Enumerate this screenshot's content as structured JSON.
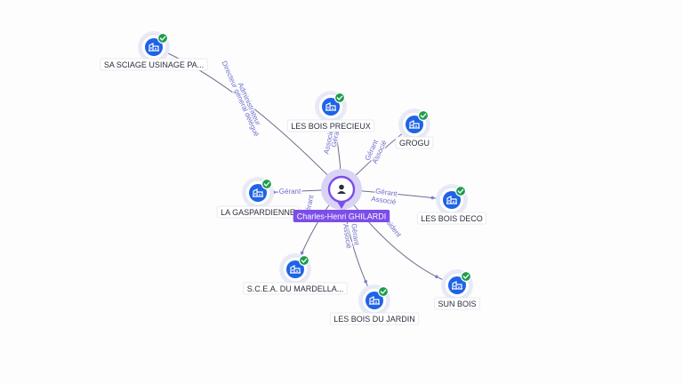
{
  "center": {
    "label": "Charles-Henri GHILARDI",
    "icon": "person-icon"
  },
  "company_icon": "building-icon",
  "verified_icon": "check-badge-icon",
  "colors": {
    "company": "#1f63e6",
    "verified": "#1f9c4f",
    "center_accent": "#7c4de8",
    "edge_label": "#6d6fc9"
  },
  "companies": [
    {
      "id": "sa-sciage-usinage",
      "label": "SA SCIAGE USINAGE PA...",
      "roles": [
        "Directeur général délégué",
        "Administrateur"
      ]
    },
    {
      "id": "les-bois-precieux",
      "label": "LES BOIS PRECIEUX",
      "roles": [
        "Gérant",
        "Associé"
      ]
    },
    {
      "id": "grogu",
      "label": "GROGU",
      "roles": [
        "Gérant",
        "Associé"
      ]
    },
    {
      "id": "la-gaspardienne",
      "label": "LA GASPARDIENNE",
      "roles": [
        "Gérant"
      ]
    },
    {
      "id": "les-bois-deco",
      "label": "LES BOIS DECO",
      "roles": [
        "Gérant",
        "Associé"
      ]
    },
    {
      "id": "scea-du-mardella",
      "label": "S.C.E.A. DU MARDELLA...",
      "roles": [
        "Gérant"
      ]
    },
    {
      "id": "les-bois-du-jardin",
      "label": "LES BOIS DU JARDIN",
      "roles": [
        "Gérant",
        "Associé"
      ]
    },
    {
      "id": "sun-bois",
      "label": "SUN BOIS",
      "roles": [
        "Président"
      ]
    }
  ]
}
